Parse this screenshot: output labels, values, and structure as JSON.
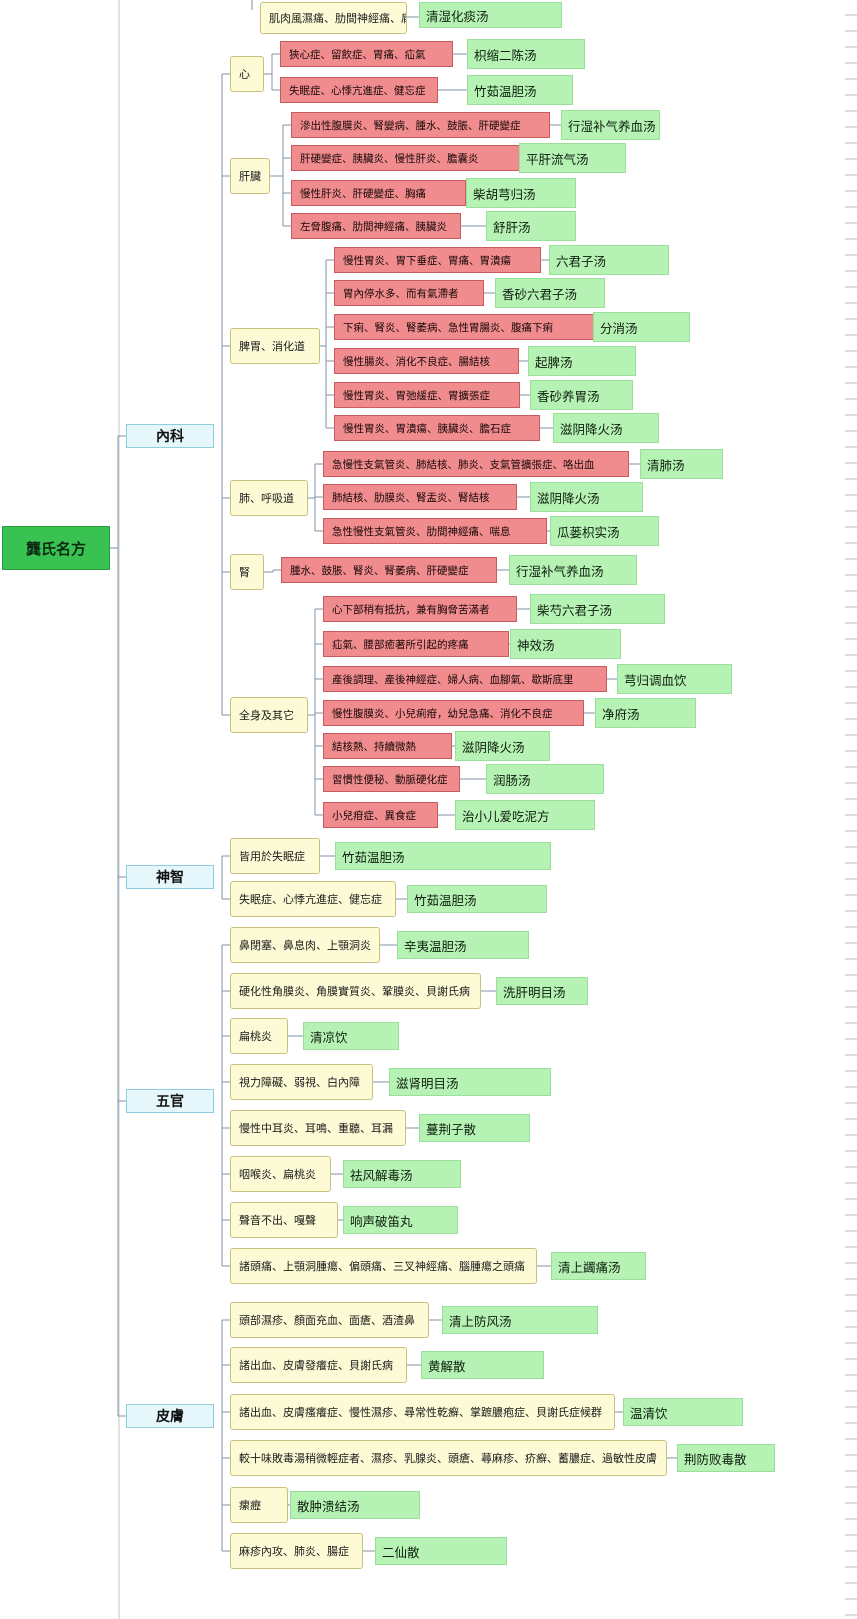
{
  "root": {
    "label": "龔氏名方"
  },
  "categories": [
    {
      "id": "neike",
      "label": "內科"
    },
    {
      "id": "shenzhi",
      "label": "神智"
    },
    {
      "id": "wuguan",
      "label": "五官"
    },
    {
      "id": "pifu",
      "label": "皮膚"
    }
  ],
  "top_partial": {
    "disease": "肌肉風濕痛、肋間神經痛、肩凝",
    "formula": "清湿化痰汤"
  },
  "neike": {
    "groups": [
      {
        "label": "心",
        "items": [
          {
            "disease": "狹心症、留飲症、胃痛、疝氣",
            "formula": "枳缩二陈汤"
          },
          {
            "disease": "失眠症、心悸亢進症、健忘症",
            "formula": "竹茹温胆汤"
          }
        ]
      },
      {
        "label": "肝臟",
        "items": [
          {
            "disease": "滲出性腹膜炎、腎變病、腫水、鼓脹、肝硬變症",
            "formula": "行湿补气养血汤"
          },
          {
            "disease": "肝硬變症、胰臟炎、慢性肝炎、膽囊炎",
            "formula": "平肝流气汤"
          },
          {
            "disease": "慢性肝炎、肝硬變症、胸痛",
            "formula": "柴胡芎归汤"
          },
          {
            "disease": "左脅腹痛、肋間神經痛、胰臟炎",
            "formula": "舒肝汤"
          }
        ]
      },
      {
        "label": "脾胃、消化道",
        "items": [
          {
            "disease": "慢性胃炎、胃下垂症、胃痛、胃潰瘍",
            "formula": "六君子汤"
          },
          {
            "disease": "胃內停水多、而有氣滯者",
            "formula": "香砂六君子汤"
          },
          {
            "disease": "下痢、腎炎、腎萎病、急性胃腸炎、腹痛下痢",
            "formula": "分消汤"
          },
          {
            "disease": "慢性腸炎、消化不良症、腸結核",
            "formula": "起脾汤"
          },
          {
            "disease": "慢性胃炎、胃弛緩症、胃擴張症",
            "formula": "香砂养胃汤"
          },
          {
            "disease": "慢性胃炎、胃潰瘍、胰臟炎、膽石症",
            "formula": "滋阴降火汤"
          }
        ]
      },
      {
        "label": "肺、呼吸道",
        "items": [
          {
            "disease": "急慢性支氣管炎、肺結核、肺炎、支氣管擴張症、咯出血",
            "formula": "清肺汤"
          },
          {
            "disease": "肺結核、肋膜炎、腎盂炎、腎結核",
            "formula": "滋阴降火汤"
          },
          {
            "disease": "急性慢性支氣管炎、肋間神經痛、喘息",
            "formula": "瓜蒌枳实汤"
          }
        ]
      },
      {
        "label": "腎",
        "items": [
          {
            "disease": "腫水、鼓脹、腎炎、腎萎病、肝硬變症",
            "formula": "行湿补气养血汤"
          }
        ]
      },
      {
        "label": "全身及其它",
        "items": [
          {
            "disease": "心下部稍有抵抗，兼有胸脅苦滿者",
            "formula": "柴芍六君子汤"
          },
          {
            "disease": "疝氣、腰部癒著所引起的疼痛",
            "formula": "神效汤"
          },
          {
            "disease": "產後調理、產後神經症、婦人病、血腳氣、歇斯底里",
            "formula": "芎归调血饮"
          },
          {
            "disease": "慢性腹膜炎、小兒痢疳，幼兒急痛、消化不良症",
            "formula": "净府汤"
          },
          {
            "disease": "結核熱、持續微熱",
            "formula": "滋阴降火汤"
          },
          {
            "disease": "習慣性便秘、動脈硬化症",
            "formula": "润肠汤"
          },
          {
            "disease": "小兒疳症、異食症",
            "formula": "治小儿爱吃泥方"
          }
        ]
      }
    ]
  },
  "shenzhi": {
    "items": [
      {
        "disease": "皆用於失眠症",
        "formula": "竹茹温胆汤"
      },
      {
        "disease": "失眠症、心悸亢進症、健忘症",
        "formula": "竹茹温胆汤"
      }
    ]
  },
  "wuguan": {
    "items": [
      {
        "disease": "鼻閉塞、鼻息肉、上顎洞炎",
        "formula": "辛夷温胆汤"
      },
      {
        "disease": "硬化性角膜炎、角膜實質炎、鞏膜炎、貝謝氏病",
        "formula": "洗肝明目汤"
      },
      {
        "disease": "扁桃炎",
        "formula": "清凉饮"
      },
      {
        "disease": "視力障礙、弱視、白內障",
        "formula": "滋肾明目汤"
      },
      {
        "disease": "慢性中耳炎、耳鳴、重聽、耳漏",
        "formula": "蔓荆子散"
      },
      {
        "disease": "咽喉炎、扁桃炎",
        "formula": "祛风解毒汤"
      },
      {
        "disease": "聲音不出、嘎聲",
        "formula": "响声破笛丸"
      },
      {
        "disease": "諸頭痛、上顎洞腫瘍、偏頭痛、三叉神經痛、腦腫瘍之頭痛",
        "formula": "清上蠲痛汤"
      }
    ]
  },
  "pifu": {
    "items": [
      {
        "disease": "頭部濕疹、顏面充血、面瘡、酒渣鼻",
        "formula": "清上防风汤"
      },
      {
        "disease": "諸出血、皮膚發癢症、貝謝氏病",
        "formula": "黄解散"
      },
      {
        "disease": "諸出血、皮膚瘙癢症、慢性濕疹、尋常性乾癬、掌蹠膿疱症、貝謝氏症候群",
        "formula": "温清饮"
      },
      {
        "disease": "較十味敗毒湯稍微輕症者、濕疹、乳腺炎、頭瘡、蕁麻疹、疥癬、蓄膿症、過敏性皮膚",
        "formula": "荆防败毒散"
      },
      {
        "disease": "瘰癧",
        "formula": "散肿溃结汤"
      },
      {
        "disease": "麻疹內攻、肺炎、腸症",
        "formula": "二仙散"
      }
    ]
  },
  "colors": {
    "root": "#39c151",
    "category": "#e6f7fc",
    "subgroup": "#fdfbd6",
    "disease": "#f08c8e",
    "formula": "#b6f2b4",
    "connector": "#7f93a8"
  }
}
